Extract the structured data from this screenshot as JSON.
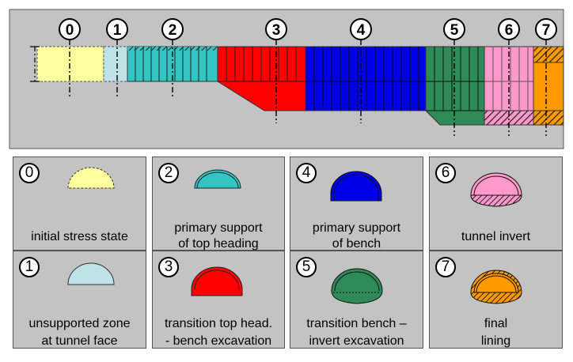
{
  "stages": [
    {
      "number": "0",
      "label": [
        "initial stress state"
      ],
      "color": "#ffff9f"
    },
    {
      "number": "1",
      "label": [
        "unsupported zone",
        "at tunnel face"
      ],
      "color": "#bfe2e6"
    },
    {
      "number": "2",
      "label": [
        "primary support",
        "of top heading"
      ],
      "color": "#33c4c4"
    },
    {
      "number": "3",
      "label": [
        "transition top head.",
        "- bench excavation"
      ],
      "color": "#ff0000"
    },
    {
      "number": "4",
      "label": [
        "primary support",
        "of bench"
      ],
      "color": "#0000e6"
    },
    {
      "number": "5",
      "label": [
        "transition bench –",
        "invert excavation"
      ],
      "color": "#2e8b57"
    },
    {
      "number": "6",
      "label": [
        "tunnel invert"
      ],
      "color": "#ff99cc"
    },
    {
      "number": "7",
      "label": [
        "final",
        "lining"
      ],
      "color": "#ff9900"
    }
  ]
}
